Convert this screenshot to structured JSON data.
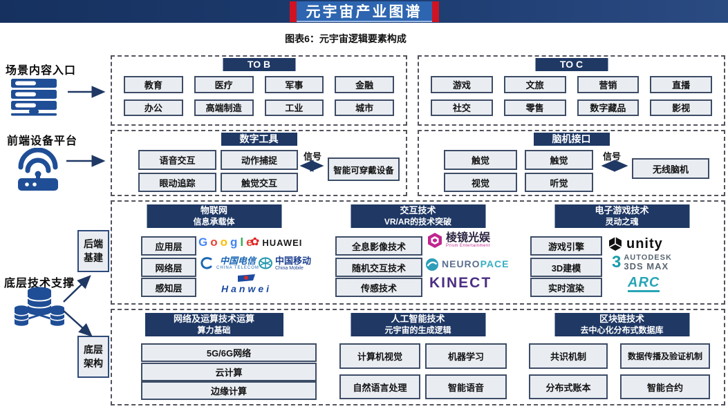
{
  "banner": {
    "title": "元宇宙产业图谱"
  },
  "subtitle": "图表6：元宇宙逻辑要素构成",
  "colors": {
    "banner_navy": "#1d3c70",
    "title_blue": "#2d65b0",
    "accent_red": "#cf1322",
    "header_navy": "#1f3864",
    "icon_blue": "#1f4e96",
    "box_fill": "#e9edf2"
  },
  "left_rail": {
    "scene_label": "场景内容入口",
    "device_label": "前端设备平台",
    "base_label": "底层技术支撑",
    "backend_box": "后端基建",
    "arch_box": "底层架构",
    "icons": [
      "server-rack-icon",
      "wifi-router-icon",
      "database-cluster-icon"
    ]
  },
  "to_b": {
    "header": "TO B",
    "items": [
      "教育",
      "医疗",
      "军事",
      "金融",
      "办公",
      "高端制造",
      "工业",
      "城市"
    ]
  },
  "to_c": {
    "header": "TO C",
    "items": [
      "游戏",
      "文旅",
      "营销",
      "直播",
      "社交",
      "零售",
      "数字藏品",
      "影视"
    ]
  },
  "digital_tools": {
    "header": "数字工具",
    "items": [
      "语音交互",
      "动作捕捉",
      "眼动追踪",
      "触觉交互"
    ],
    "signal": "信号",
    "target": "智能可穿戴设备"
  },
  "bci": {
    "header": "脑机接口",
    "items": [
      "触觉",
      "触觉",
      "视觉",
      "听觉"
    ],
    "signal": "信号",
    "target": "无线脑机"
  },
  "iot": {
    "title": "物联网",
    "subtitle": "信息承载体",
    "items": [
      "应用层",
      "网络层",
      "感知层"
    ]
  },
  "interaction": {
    "title": "交互技术",
    "subtitle": "VR/AR的技术突破",
    "items": [
      "全息影像技术",
      "随机交互技术",
      "传感技术"
    ]
  },
  "game": {
    "title": "电子游戏技术",
    "subtitle": "灵动之魂",
    "items": [
      "游戏引擎",
      "3D建模",
      "实时渲染"
    ]
  },
  "network": {
    "title": "网络及运算技术运算",
    "subtitle": "算力基础",
    "items": [
      "5G/6G网络",
      "云计算",
      "边缘计算"
    ]
  },
  "ai": {
    "title": "人工智能技术",
    "subtitle": "元宇宙的生成逻辑",
    "items": [
      "计算机视觉",
      "机器学习",
      "自然语言处理",
      "智能语音"
    ]
  },
  "blockchain": {
    "title": "区块链技术",
    "subtitle": "去中心化分布式数据库",
    "items": [
      "共识机制",
      "数据传播及验证机制",
      "分布式账本",
      "智能合约"
    ]
  },
  "logos": {
    "google": {
      "letters": [
        "G",
        "o",
        "o",
        "g",
        "l",
        "e"
      ]
    },
    "huawei": {
      "text": "HUAWEI",
      "mark": "✿"
    },
    "china_telecom": {
      "cn": "中国电信",
      "en": "CHINA TELECOM"
    },
    "china_mobile": {
      "cn": "中国移动",
      "en": "China Mobile"
    },
    "hanwei": {
      "text": "Hanwei"
    },
    "prism": {
      "cn": "棱镜光娱",
      "en": "Prism Entertainment"
    },
    "neuropace": {
      "part1": "NEURO",
      "part2": "PACE"
    },
    "kinect": {
      "text": "KINECT"
    },
    "unity": {
      "text": "unity"
    },
    "autodesk": {
      "mark": "3",
      "line1": "AUTODESK",
      "line2": "3DS MAX"
    },
    "arc": {
      "text": "ARC"
    }
  }
}
